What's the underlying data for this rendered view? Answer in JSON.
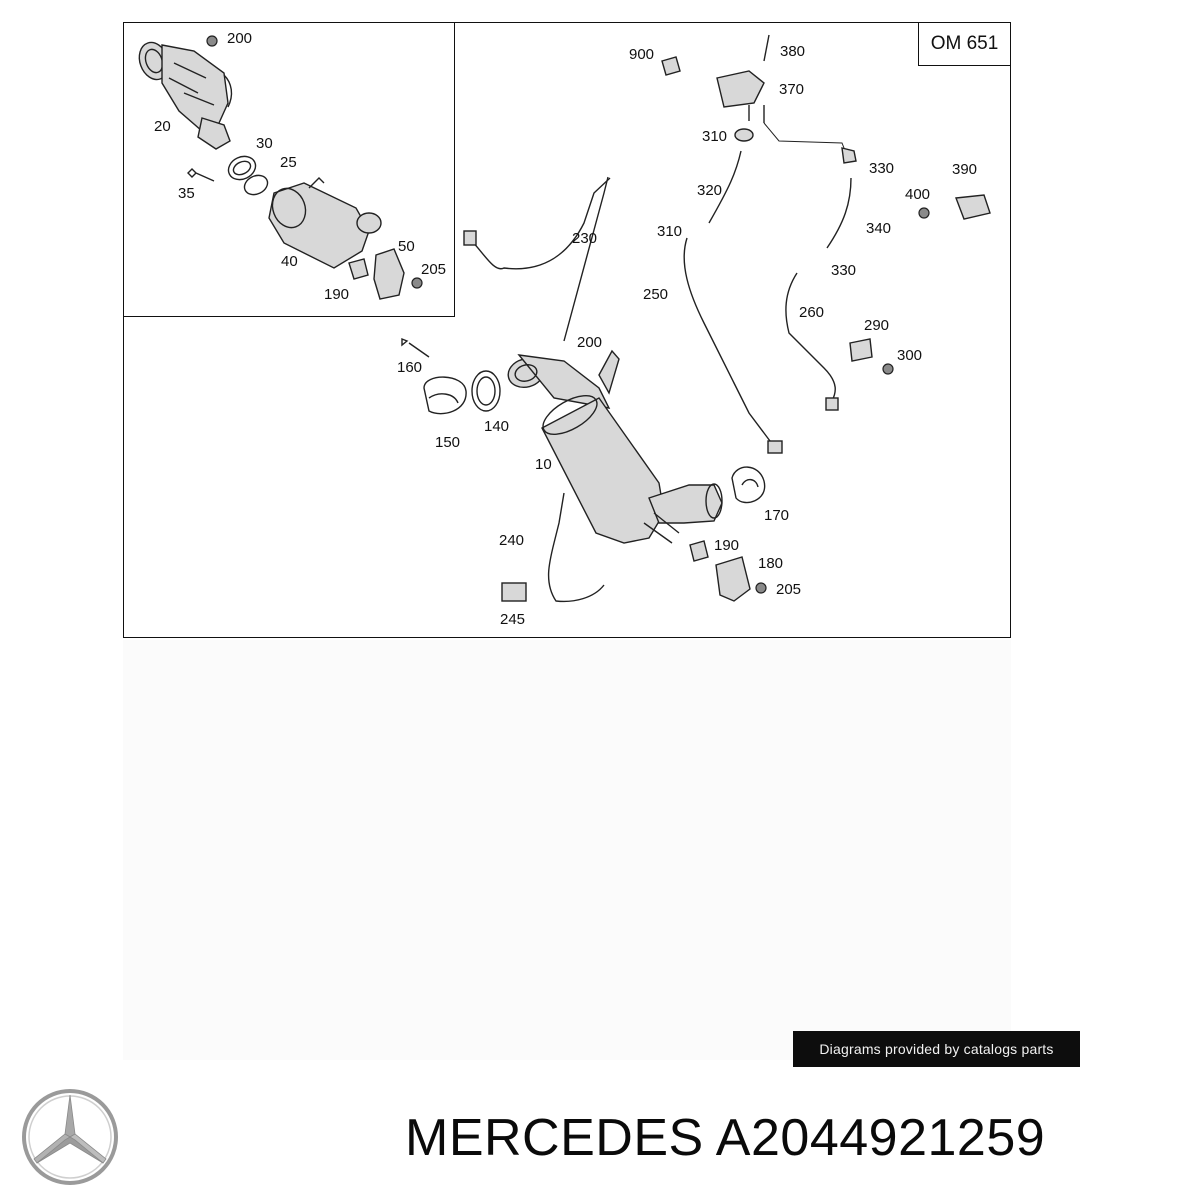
{
  "diagram": {
    "engine_code": "OM 651",
    "callouts": [
      {
        "id": "c-200-inset",
        "text": "200"
      },
      {
        "id": "c-20",
        "text": "20"
      },
      {
        "id": "c-30",
        "text": "30"
      },
      {
        "id": "c-25",
        "text": "25"
      },
      {
        "id": "c-35",
        "text": "35"
      },
      {
        "id": "c-40",
        "text": "40"
      },
      {
        "id": "c-50",
        "text": "50"
      },
      {
        "id": "c-205-inset",
        "text": "205"
      },
      {
        "id": "c-190-inset",
        "text": "190"
      },
      {
        "id": "c-900",
        "text": "900"
      },
      {
        "id": "c-380",
        "text": "380"
      },
      {
        "id": "c-370",
        "text": "370"
      },
      {
        "id": "c-310-top",
        "text": "310"
      },
      {
        "id": "c-330-top",
        "text": "330"
      },
      {
        "id": "c-390",
        "text": "390"
      },
      {
        "id": "c-320",
        "text": "320"
      },
      {
        "id": "c-400",
        "text": "400"
      },
      {
        "id": "c-310-mid",
        "text": "310"
      },
      {
        "id": "c-340",
        "text": "340"
      },
      {
        "id": "c-230",
        "text": "230"
      },
      {
        "id": "c-330-mid",
        "text": "330"
      },
      {
        "id": "c-250",
        "text": "250"
      },
      {
        "id": "c-260",
        "text": "260"
      },
      {
        "id": "c-290",
        "text": "290"
      },
      {
        "id": "c-200-main",
        "text": "200"
      },
      {
        "id": "c-300",
        "text": "300"
      },
      {
        "id": "c-160",
        "text": "160"
      },
      {
        "id": "c-140",
        "text": "140"
      },
      {
        "id": "c-150",
        "text": "150"
      },
      {
        "id": "c-10",
        "text": "10"
      },
      {
        "id": "c-170",
        "text": "170"
      },
      {
        "id": "c-240",
        "text": "240"
      },
      {
        "id": "c-190-main",
        "text": "190"
      },
      {
        "id": "c-180",
        "text": "180"
      },
      {
        "id": "c-205-main",
        "text": "205"
      },
      {
        "id": "c-245",
        "text": "245"
      }
    ]
  },
  "credit_text": "Diagrams provided by catalogs parts",
  "brand": "MERCEDES",
  "part_number": "A2044921259",
  "brand_logo_icon": "mercedes-star-icon"
}
